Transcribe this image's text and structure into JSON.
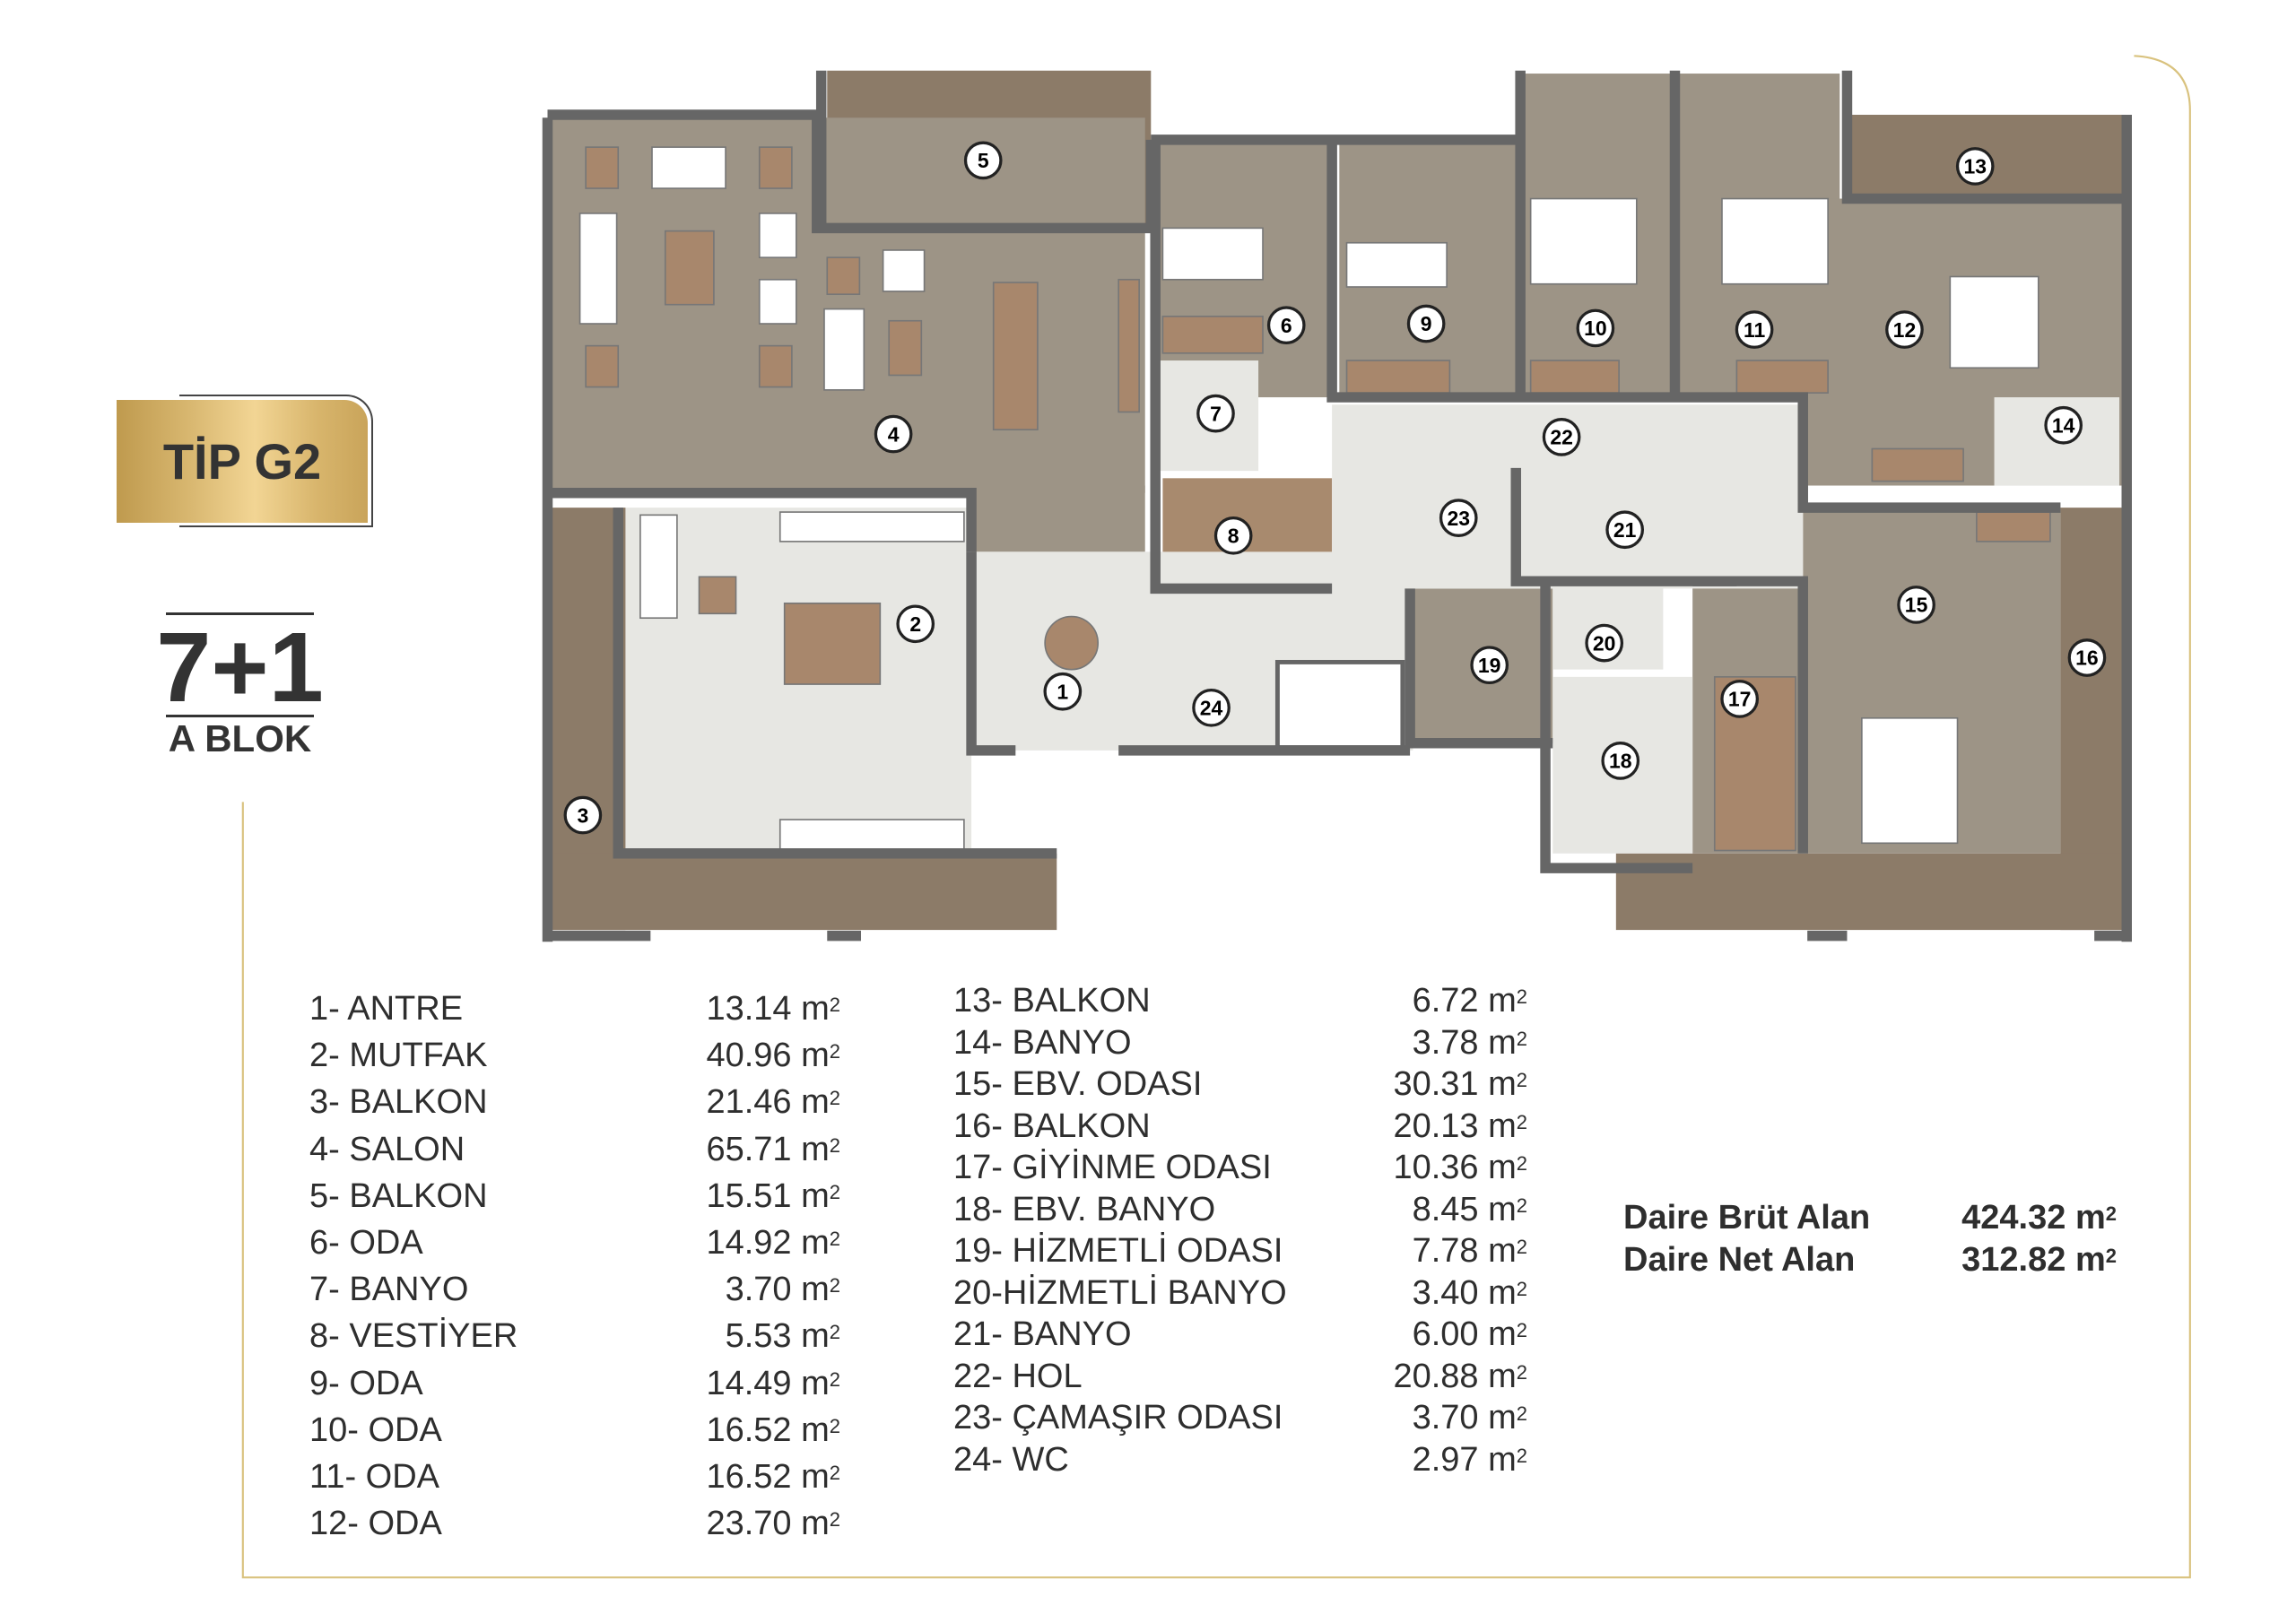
{
  "type_badge": "TİP G2",
  "room_count": "7+1",
  "block": "A BLOK",
  "unit": "m",
  "unit_exp": "2",
  "plan_labels": [
    "1",
    "2",
    "3",
    "4",
    "5",
    "6",
    "7",
    "8",
    "9",
    "10",
    "11",
    "12",
    "13",
    "14",
    "15",
    "16",
    "17",
    "18",
    "19",
    "20",
    "21",
    "22",
    "23",
    "24"
  ],
  "rooms_left": [
    {
      "label": "1- ANTRE",
      "area": "13.14"
    },
    {
      "label": "2- MUTFAK",
      "area": "40.96"
    },
    {
      "label": "3- BALKON",
      "area": "21.46"
    },
    {
      "label": "4- SALON",
      "area": "65.71"
    },
    {
      "label": "5- BALKON",
      "area": "15.51"
    },
    {
      "label": "6- ODA",
      "area": "14.92"
    },
    {
      "label": "7- BANYO",
      "area": "3.70"
    },
    {
      "label": "8- VESTİYER",
      "area": "5.53"
    },
    {
      "label": "9- ODA",
      "area": "14.49"
    },
    {
      "label": "10- ODA",
      "area": "16.52"
    },
    {
      "label": "11- ODA",
      "area": "16.52"
    },
    {
      "label": "12- ODA",
      "area": "23.70"
    }
  ],
  "rooms_right": [
    {
      "label": "13- BALKON",
      "area": "6.72"
    },
    {
      "label": "14- BANYO",
      "area": "3.78"
    },
    {
      "label": "15- EBV. ODASI",
      "area": "30.31"
    },
    {
      "label": "16- BALKON",
      "area": "20.13"
    },
    {
      "label": "17- GİYİNME ODASI",
      "area": "10.36"
    },
    {
      "label": "18- EBV. BANYO",
      "area": "8.45"
    },
    {
      "label": "19- HİZMETLİ ODASI",
      "area": "7.78"
    },
    {
      "label": "20-HİZMETLİ BANYO",
      "area": "3.40"
    },
    {
      "label": "21- BANYO",
      "area": "6.00"
    },
    {
      "label": "22- HOL",
      "area": "20.88"
    },
    {
      "label": "23- ÇAMAŞIR ODASI",
      "area": "3.70"
    },
    {
      "label": "24- WC",
      "area": "2.97"
    }
  ],
  "totals": [
    {
      "label": "Daire Brüt Alan",
      "area": "424.32"
    },
    {
      "label": "Daire Net Alan",
      "area": "312.82"
    }
  ],
  "colors": {
    "gold": "#d9b871",
    "wood": "#9d9486",
    "balcony": "#8c7b68",
    "tile": "#e7e7e3",
    "wall": "#666666"
  }
}
